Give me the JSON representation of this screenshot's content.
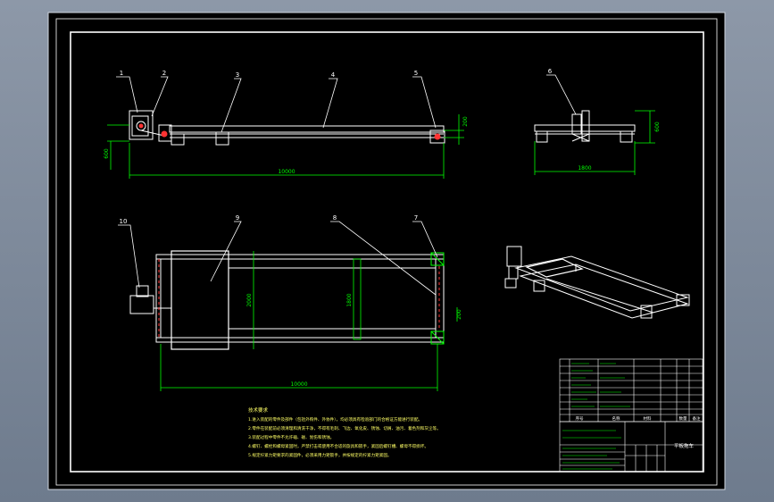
{
  "drawing": {
    "colors": {
      "background": "#000000",
      "lines": "#ffffff",
      "dimensions": "#00ff00",
      "accent": "#ff3333",
      "viewport": "#8d98a8"
    },
    "balloons": [
      "1",
      "2",
      "3",
      "4",
      "5",
      "6",
      "7",
      "8",
      "9",
      "10"
    ],
    "dimensions": {
      "front_length": "10000",
      "front_small_right": "200",
      "front_height_left": "600",
      "side_width": "1800",
      "side_height": "600",
      "plan_length": "10000",
      "plan_width": "2000",
      "plan_inner": "1800",
      "plan_small": "200"
    },
    "notes": {
      "heading": "技术要求",
      "lines": [
        "1.进入装配的零件及部件（包括外购件、外协件），均必须具有检验部门的合格证方能进行装配。",
        "2.零件在装配前必须清理和清洗干净，不得有毛刺、飞边、氧化皮、锈蚀、切屑、油污、着色剂和灰尘等。",
        "3.装配过程中零件不允许磕、碰、划伤和锈蚀。",
        "4.螺钉、螺栓和螺母紧固时，严禁打击或使用不合适的旋具和扳手，紧固后螺钉槽、螺母不得损坏。",
        "5.规定拧紧力矩要求的紧固件，必须采用力矩扳手，并按规定的拧紧力矩紧固。"
      ]
    },
    "title_block": {
      "drawing_name": "平板拖车",
      "col_index": "序号",
      "col_name": "名称",
      "col_material": "材料",
      "col_qty": "数量",
      "col_remark": "备注"
    }
  }
}
